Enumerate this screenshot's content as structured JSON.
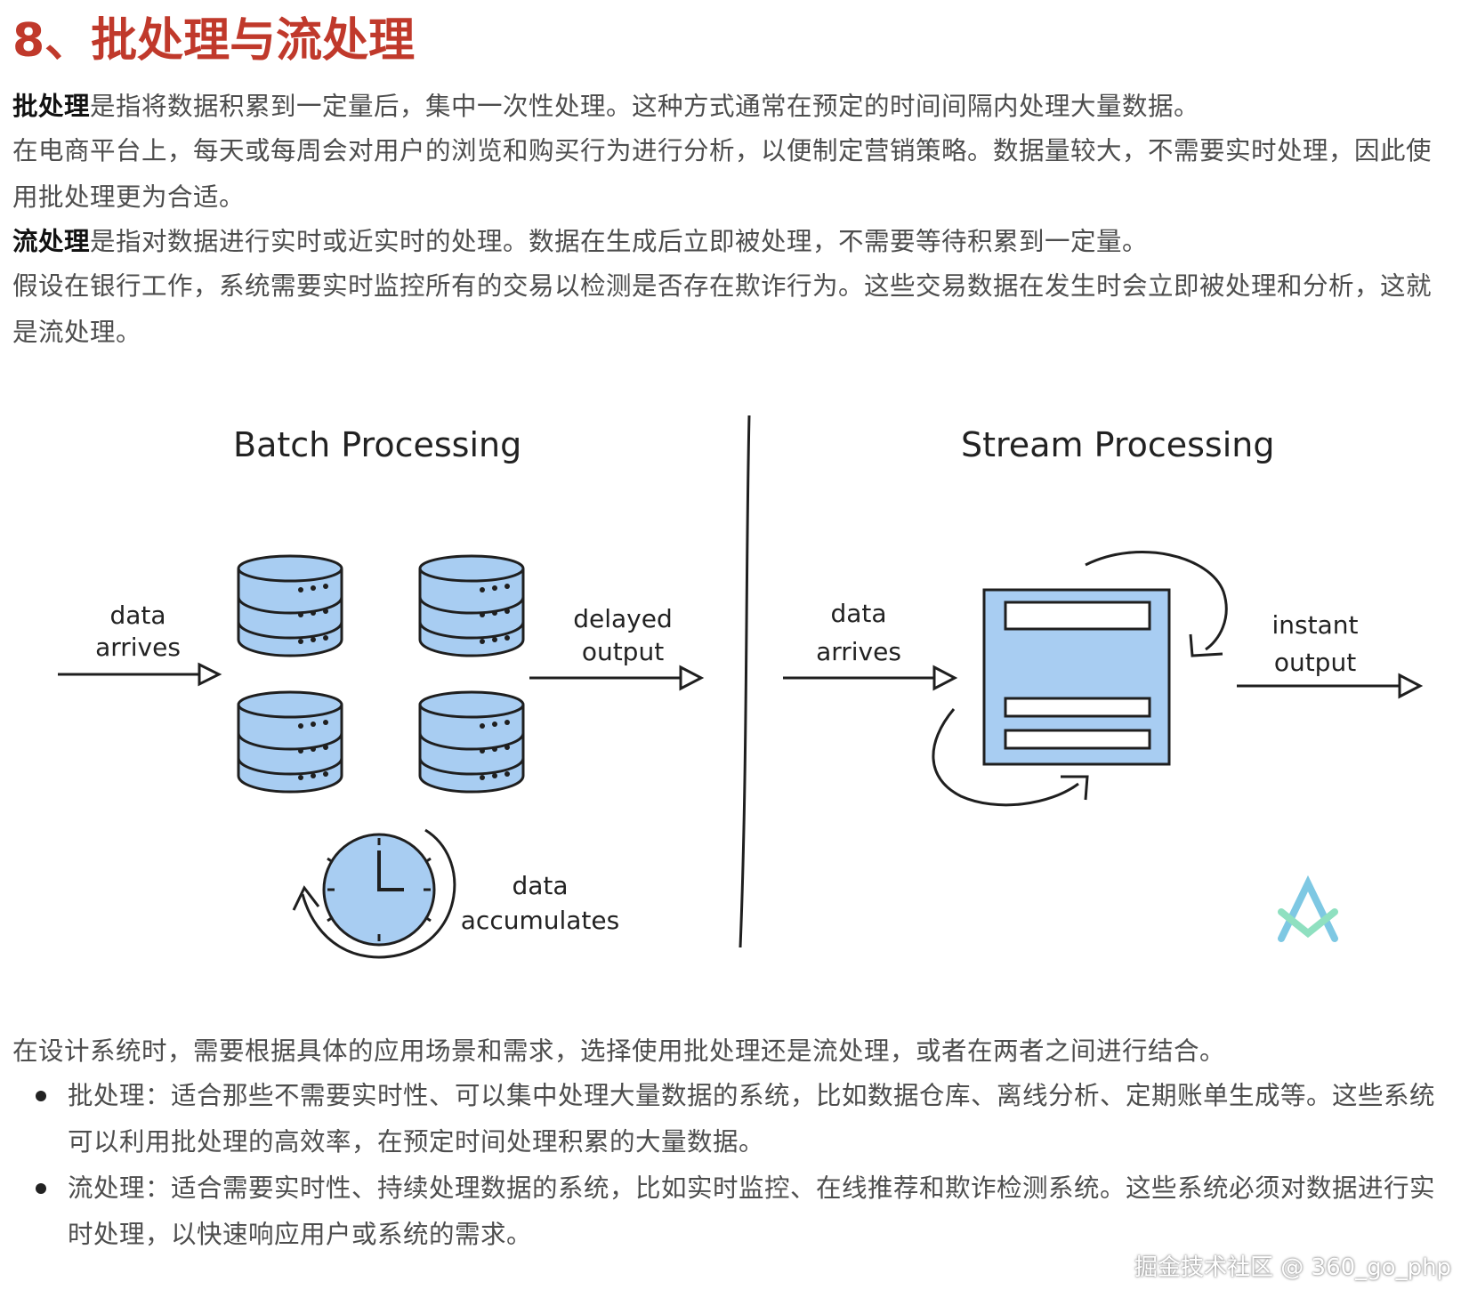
{
  "title": "8、批处理与流处理",
  "paragraphs": {
    "batch_term": "批处理",
    "batch_def": "是指将数据积累到一定量后，集中一次性处理。这种方式通常在预定的时间间隔内处理大量数据。",
    "batch_example": "在电商平台上，每天或每周会对用户的浏览和购买行为进行分析，以便制定营销策略。数据量较大，不需要实时处理，因此使用批处理更为合适。",
    "stream_term": "流处理",
    "stream_def": "是指对数据进行实时或近实时的处理。数据在生成后立即被处理，不需要等待积累到一定量。",
    "stream_example": "假设在银行工作，系统需要实时监控所有的交易以检测是否存在欺诈行为。这些交易数据在发生时会立即被处理和分析，这就是流处理。",
    "summary": "在设计系统时，需要根据具体的应用场景和需求，选择使用批处理还是流处理，或者在两者之间进行结合。"
  },
  "diagram": {
    "batch": {
      "heading": "Batch Processing",
      "input_label_1": "data",
      "input_label_2": "arrives",
      "output_label_1": "delayed",
      "output_label_2": "output",
      "clock_label_1": "data",
      "clock_label_2": "accumulates"
    },
    "stream": {
      "heading": "Stream Processing",
      "input_label_1": "data",
      "input_label_2": "arrives",
      "output_label_1": "instant",
      "output_label_2": "output"
    },
    "colors": {
      "fill": "#a8cdf2",
      "stroke": "#1f1f1f",
      "logo_a": "#7ec8e3",
      "logo_b": "#8fe0c0"
    }
  },
  "bullets": [
    {
      "text": "批处理：适合那些不需要实时性、可以集中处理大量数据的系统，比如数据仓库、离线分析、定期账单生成等。这些系统可以利用批处理的高效率，在预定时间处理积累的大量数据。"
    },
    {
      "text": "流处理：适合需要实时性、持续处理数据的系统，比如实时监控、在线推荐和欺诈检测系统。这些系统必须对数据进行实时处理，以快速响应用户或系统的需求。"
    }
  ],
  "watermark": "掘金技术社区 @ 360_go_php"
}
